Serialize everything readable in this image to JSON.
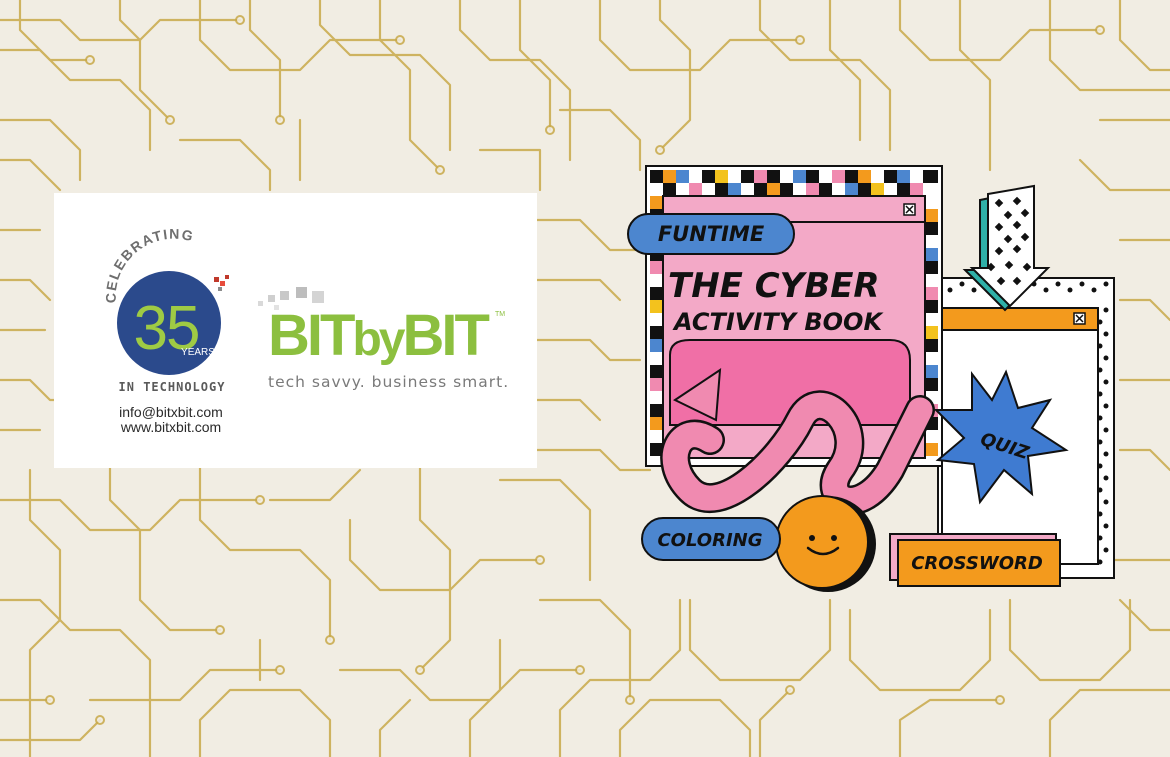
{
  "badge": {
    "celebrating": "CELEBRATING",
    "number": "35",
    "years": "YEARS",
    "in_technology": "IN TECHNOLOGY"
  },
  "contact": {
    "email": "info@bitxbit.com",
    "website": "www.bitxbit.com"
  },
  "brand": {
    "name_a": "BIT",
    "name_b": "by",
    "name_c": "BIT",
    "trademark": "TM",
    "tagline": "tech savvy.  business smart."
  },
  "activity_book": {
    "label_funtime": "FUNTIME",
    "title_line1": "THE CYBER",
    "title_line2": "ACTIVITY BOOK",
    "label_quiz": "QUIZ",
    "label_coloring": "COLORING",
    "label_crossword": "CROSSWORD"
  },
  "colors": {
    "background": "#f1ede3",
    "circuit": "#c9a94a",
    "badge_blue": "#2b4a8c",
    "brand_green": "#8cbf3f",
    "pink": "#f08ab0",
    "light_pink": "#f3a9c7",
    "blue_pill": "#4c86cf",
    "orange": "#f39a1d",
    "teal": "#2fb0a8"
  }
}
